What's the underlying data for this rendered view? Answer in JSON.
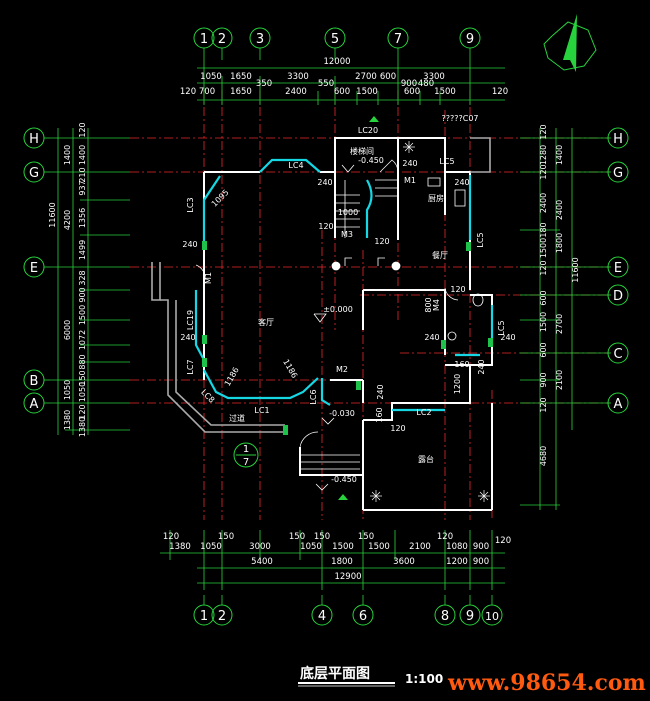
{
  "title": {
    "name": "底层平面图",
    "scale": "1:100"
  },
  "watermark": "www.98654.com",
  "axes": {
    "top": [
      "1",
      "2",
      "3",
      "5",
      "7",
      "9"
    ],
    "bottom": [
      "1",
      "2",
      "4",
      "6",
      "8",
      "9",
      "10"
    ],
    "left": [
      "H",
      "G",
      "E",
      "B",
      "A"
    ],
    "right": [
      "H",
      "G",
      "E",
      "D",
      "C",
      "A"
    ],
    "detail_top": "1",
    "detail_bottom": "7"
  },
  "dims": {
    "top_total": "12000",
    "top_row1": [
      "1050",
      "1650",
      "3300",
      "2700",
      "600",
      "3300"
    ],
    "top_row2": [
      "120",
      "700",
      "1650",
      "350",
      "2400",
      "550",
      "600",
      "1500",
      "900",
      "480",
      "600",
      "1500",
      "120"
    ],
    "bottom_row1": [
      "120",
      "150",
      "150",
      "150",
      "150",
      "120",
      "120"
    ],
    "bottom_row2": [
      "1380",
      "1050",
      "3000",
      "1050",
      "1500",
      "1500",
      "2100",
      "1080",
      "900"
    ],
    "bottom_row3": [
      "5400",
      "1800",
      "3600",
      "1200",
      "900"
    ],
    "bottom_total": "12900",
    "left": {
      "total": "11600",
      "col2": [
        "1400",
        "4200",
        "6000",
        "1050",
        "1380"
      ],
      "col3": [
        "120",
        "1400",
        "210",
        "937",
        "1356",
        "1499",
        "328",
        "900",
        "1500",
        "1072",
        "880",
        "150",
        "1050",
        "120",
        "1380"
      ]
    },
    "right": {
      "col1": [
        "120",
        "1280",
        "120",
        "2400",
        "180",
        "1500",
        "120",
        "600",
        "1500",
        "600",
        "900",
        "120",
        "4680"
      ],
      "col2": [
        "1400",
        "2400",
        "1800",
        "2700",
        "2100"
      ],
      "total": "11600"
    }
  },
  "rooms": {
    "stair_hall": "楼梯间",
    "kitchen": "厨房",
    "living": "客厅",
    "dining": "餐厅",
    "corridor": "过道",
    "terrace": "露台"
  },
  "levels": {
    "stair": "-0.450",
    "living": "±0.000",
    "entry": "-0.030",
    "terrace": "-0.450"
  },
  "labels": {
    "lc20": "LC20",
    "c07": "?????C07",
    "lc4": "LC4",
    "lc5_top": "LC5",
    "m1_kitchen": "M1",
    "d240": [
      "240",
      "240",
      "240",
      "240",
      "240",
      "240",
      "240",
      "240",
      "240"
    ],
    "d1000": "1000",
    "d120_stair": "120",
    "m3": "M3",
    "d120_stair_b": "120",
    "lc3": "LC3",
    "d1095": "1095",
    "m1_left": "M1",
    "lc19": "LC19",
    "lc7": "LC7",
    "d1186": [
      "1186",
      "1186"
    ],
    "lc8": "LC8",
    "lc5_right": "LC5",
    "d800": "800",
    "m4": "M4",
    "d120_bath": "120",
    "lc5_bath": "LC5",
    "d160": [
      "160",
      "160"
    ],
    "d1200": "1200",
    "m2": "M2",
    "lc6": "LC6",
    "lc1": "LC1",
    "lc2": "LC2",
    "d120_entry": "120"
  }
}
